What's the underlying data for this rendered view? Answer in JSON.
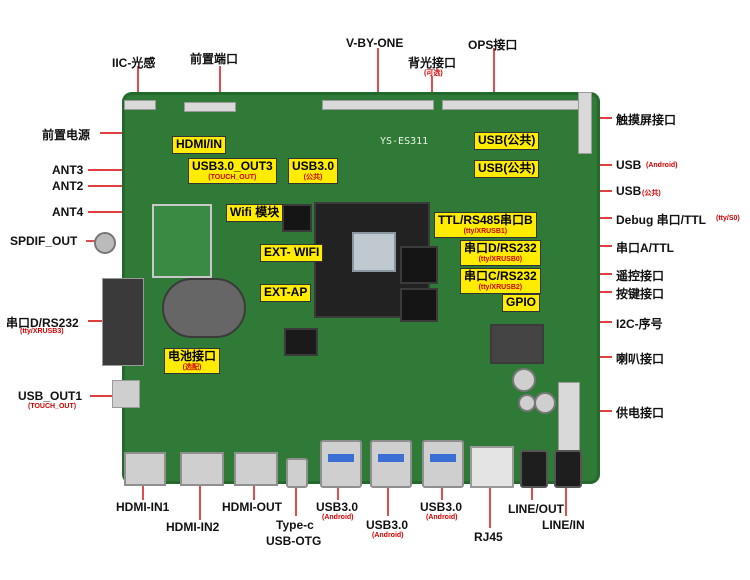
{
  "board_silk": "YS-ES311",
  "top_labels": {
    "iic": "IIC-光感",
    "front_port": "前置端口",
    "vbyone": "V-BY-ONE",
    "backlight": "背光接口",
    "backlight_sub": "(可选)",
    "ops": "OPS接口"
  },
  "left_labels": {
    "front_power": "前置电源",
    "ant3": "ANT3",
    "ant2": "ANT2",
    "ant4": "ANT4",
    "spdif": "SPDIF_OUT",
    "serial_d": "串口D/RS232",
    "serial_d_sub": "(tty/XRUSB3)",
    "usb_out1": "USB_OUT1",
    "usb_out1_sub": "(TOUCH_OUT)"
  },
  "right_labels": {
    "touch": "触摸屏接口",
    "usb_android": "USB",
    "usb_android_sub": "(Android)",
    "usb_public": "USB",
    "usb_public_sub": "(公共)",
    "debug": "Debug 串口/TTL",
    "debug_sub": "(tty/S0)",
    "serial_a": "串口A/TTL",
    "remote": "遥控接口",
    "keys": "按键接口",
    "i2c": "I2C-序号",
    "speaker": "喇叭接口",
    "power": "供电接口"
  },
  "bottom_labels": {
    "hdmi_in1": "HDMI-IN1",
    "hdmi_in2": "HDMI-IN2",
    "hdmi_out": "HDMI-OUT",
    "typec": "Type-c",
    "usb_otg": "USB-OTG",
    "usb30_a": "USB3.0",
    "usb30_a_sub": "(Android)",
    "usb30_b": "USB3.0",
    "usb30_b_sub": "(Android)",
    "usb30_c": "USB3.0",
    "usb30_c_sub": "(Android)",
    "rj45": "RJ45",
    "line_out": "LINE/OUT",
    "line_in": "LINE/IN"
  },
  "board_tags": {
    "hdmi_in": "HDMI/IN",
    "usb30_out3": "USB3.0_OUT3",
    "usb30_out3_sub": "(TOUCH_OUT)",
    "usb30": "USB3.0",
    "usb30_sub": "(公共)",
    "usb_pub1": "USB(公共)",
    "usb_pub2": "USB(公共)",
    "wifi_module": "Wifi 模块",
    "ext_wifi": "EXT- WIFI",
    "ext_ap": "EXT-AP",
    "ttl_rs485": "TTL/RS485串口B",
    "ttl_rs485_sub": "(tty/XRUSB1)",
    "serial_d_rs232": "串口D/RS232",
    "serial_d_rs232_sub": "(tty/XRUSB0)",
    "serial_c_rs232": "串口C/RS232",
    "serial_c_rs232_sub": "(tty/XRUSB2)",
    "gpio": "GPIO",
    "battery": "电池接口",
    "battery_sub": "(选配)"
  },
  "colors": {
    "board": "#2f7a37",
    "tag_fill": "#ffec00",
    "sub_text": "#d40000",
    "usb_blue": "#3c6fd6"
  }
}
